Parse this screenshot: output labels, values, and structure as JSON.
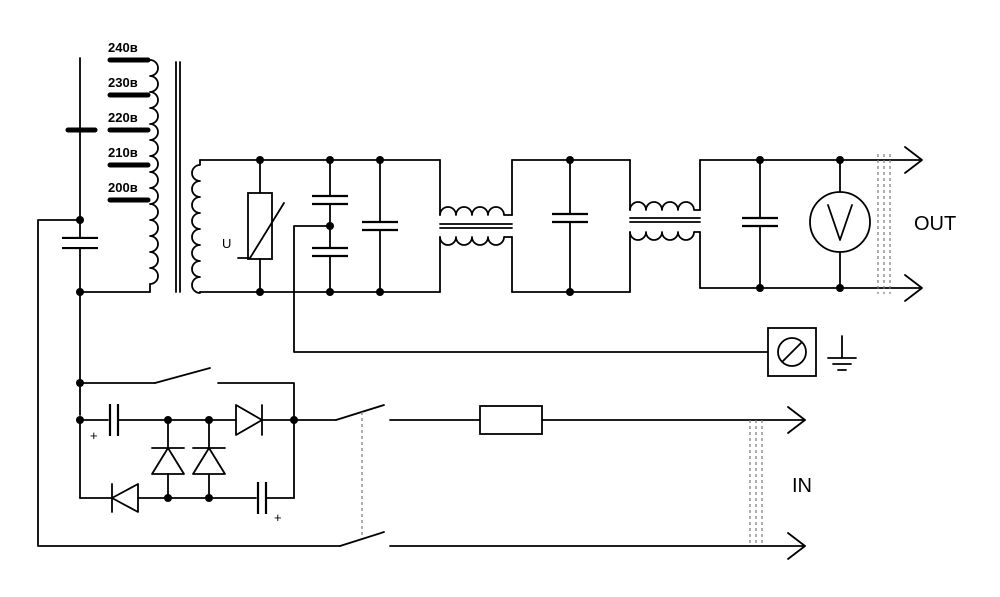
{
  "taps": [
    "240в",
    "230в",
    "220в",
    "210в",
    "200в"
  ],
  "labels": {
    "out": "OUT",
    "in": "IN",
    "varistor": "U",
    "plus_top": "+",
    "plus_bottom": "+"
  }
}
